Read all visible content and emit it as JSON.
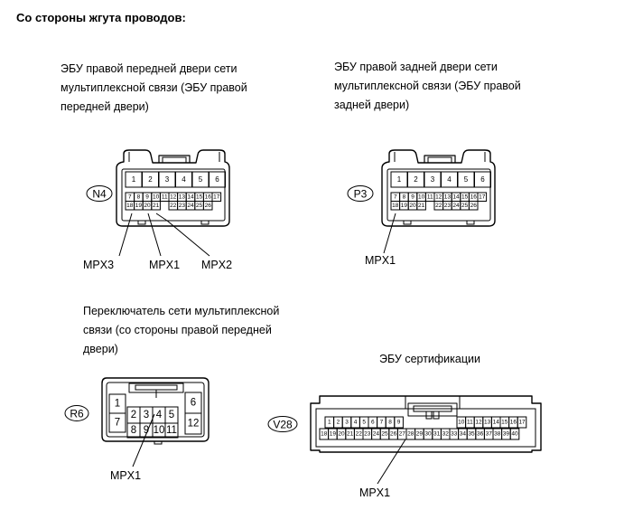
{
  "heading": "Со стороны жгута проводов:",
  "connectors": {
    "n4": {
      "title": [
        "ЭБУ правой передней двери сети",
        "мультиплексной связи (ЭБУ правой",
        "передней двери)"
      ],
      "tag": "N4",
      "row1": [
        "1",
        "2",
        "3",
        "4",
        "5",
        "6"
      ],
      "row2": [
        "7",
        "8",
        "9",
        "10",
        "11",
        "12",
        "13",
        "14",
        "15",
        "16",
        "17"
      ],
      "row3": [
        "18",
        "19",
        "20",
        "21",
        "",
        "22",
        "23",
        "24",
        "25",
        "26"
      ],
      "labels": [
        "MPX3",
        "MPX1",
        "MPX2"
      ]
    },
    "p3": {
      "title": [
        "ЭБУ правой задней двери сети",
        "мультиплексной связи (ЭБУ правой",
        "задней двери)"
      ],
      "tag": "P3",
      "row1": [
        "1",
        "2",
        "3",
        "4",
        "5",
        "6"
      ],
      "row2": [
        "7",
        "8",
        "9",
        "10",
        "11",
        "12",
        "13",
        "14",
        "15",
        "16",
        "17"
      ],
      "row3": [
        "18",
        "19",
        "20",
        "21",
        "",
        "22",
        "23",
        "24",
        "25",
        "26"
      ],
      "labels": [
        "MPX1"
      ]
    },
    "r6": {
      "title": [
        "Переключатель сети мультиплексной",
        "связи (со стороны правой передней",
        "двери)"
      ],
      "tag": "R6",
      "pins": [
        "1",
        "2",
        "3",
        "4",
        "5",
        "6",
        "7",
        "8",
        "9",
        "10",
        "11",
        "12"
      ],
      "labels": [
        "MPX1"
      ]
    },
    "v28": {
      "title": [
        "ЭБУ сертификации"
      ],
      "tag": "V28",
      "row1": [
        "1",
        "2",
        "3",
        "4",
        "5",
        "6",
        "7",
        "8",
        "9",
        "10",
        "11",
        "12",
        "13",
        "14",
        "15",
        "16",
        "17"
      ],
      "row2": [
        "18",
        "19",
        "20",
        "21",
        "22",
        "23",
        "24",
        "25",
        "26",
        "27",
        "28",
        "29",
        "30",
        "31",
        "32",
        "33",
        "34",
        "35",
        "36",
        "37",
        "38",
        "39",
        "40"
      ],
      "labels": [
        "MPX1"
      ]
    }
  }
}
